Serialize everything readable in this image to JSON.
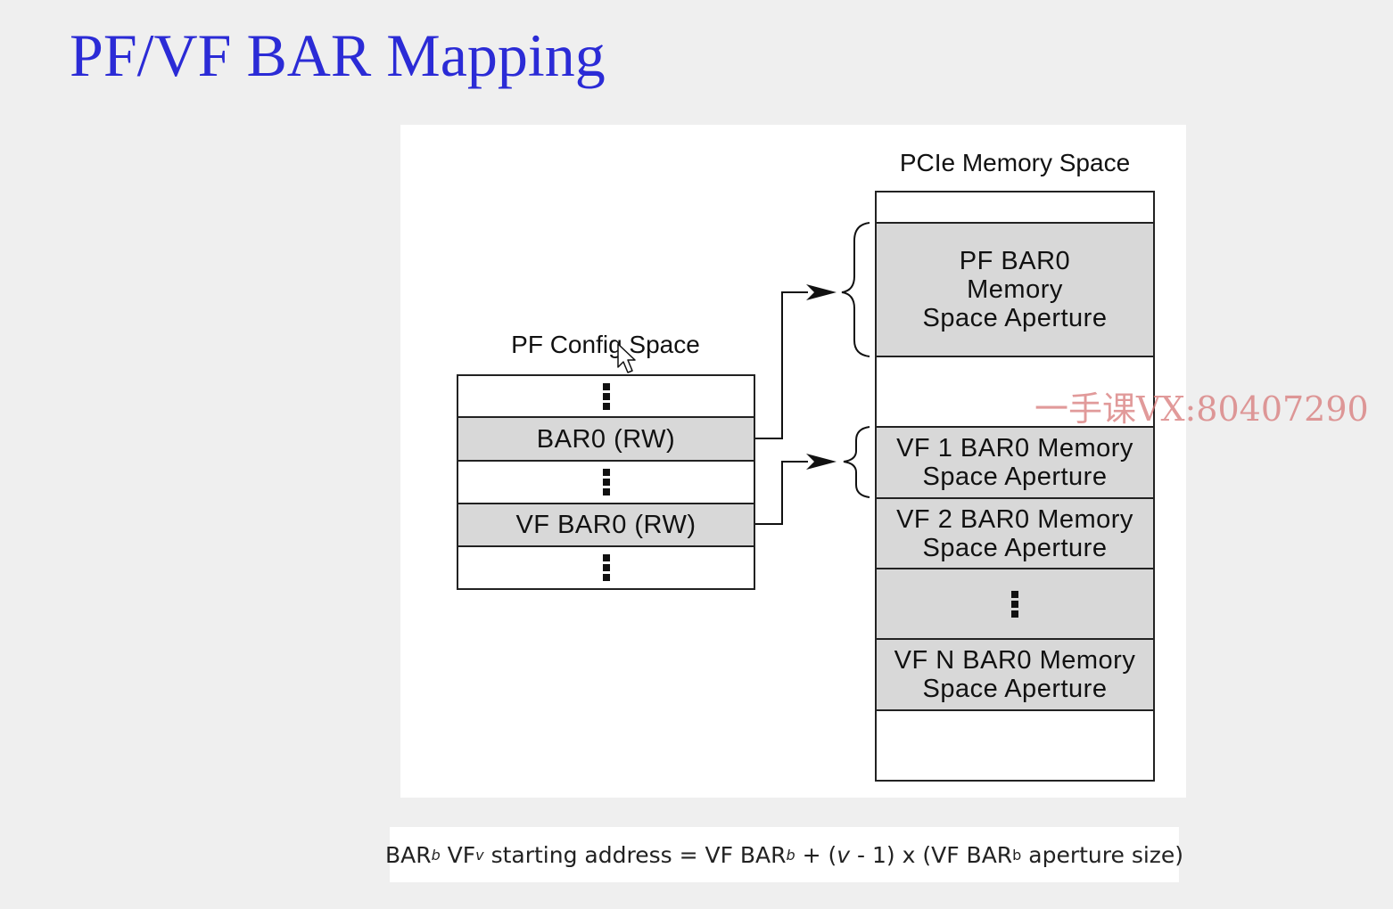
{
  "slide": {
    "title": "PF/VF BAR Mapping"
  },
  "pf_config": {
    "title": "PF Config Space",
    "rows": [
      {
        "kind": "ellipsis",
        "label": ""
      },
      {
        "kind": "bar",
        "label": "BAR0 (RW)"
      },
      {
        "kind": "ellipsis",
        "label": ""
      },
      {
        "kind": "bar",
        "label": "VF BAR0 (RW)"
      },
      {
        "kind": "ellipsis",
        "label": ""
      }
    ]
  },
  "pcie_memory": {
    "title": "PCIe Memory Space",
    "regions": [
      {
        "kind": "empty",
        "label": ""
      },
      {
        "kind": "aperture",
        "label": "PF BAR0\nMemory\nSpace Aperture"
      },
      {
        "kind": "empty",
        "label": ""
      },
      {
        "kind": "aperture",
        "label": "VF 1 BAR0 Memory\nSpace Aperture"
      },
      {
        "kind": "aperture",
        "label": "VF 2 BAR0 Memory\nSpace Aperture"
      },
      {
        "kind": "ellipsis",
        "label": ""
      },
      {
        "kind": "aperture",
        "label": "VF N BAR0 Memory\nSpace Aperture"
      },
      {
        "kind": "empty",
        "label": ""
      }
    ]
  },
  "mappings": [
    {
      "from": "BAR0 (RW)",
      "to": "PF BAR0 Memory Space Aperture"
    },
    {
      "from": "VF BAR0 (RW)",
      "to": "VF 1 BAR0 Memory Space Aperture"
    }
  ],
  "formula": {
    "bar": "BAR",
    "b": "b",
    "vf": "VF",
    "v": "v",
    "starting": "starting address = VF BAR",
    "plus_open": " + (",
    "minus_one": " - 1) x (VF BAR",
    "aperture": " aperture size)"
  },
  "watermark": "一手课VX:80407290",
  "colors": {
    "title": "#2b2bd6",
    "aperture_fill": "#d8d8d8",
    "watermark": "#d77878"
  }
}
